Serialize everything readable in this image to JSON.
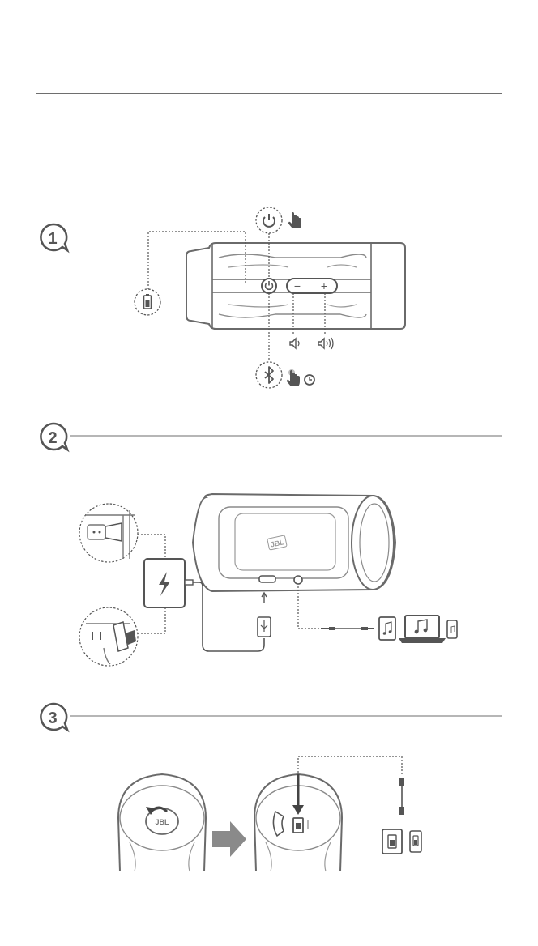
{
  "page": {
    "background": "#ffffff",
    "line_color": "#6e6e6e",
    "icon_color": "#555555"
  },
  "steps": [
    {
      "number": "1",
      "label": ""
    },
    {
      "number": "2",
      "label": ""
    },
    {
      "number": "3",
      "label": ""
    }
  ],
  "speaker": {
    "logo_text": "JBL",
    "buttons": [
      "power-button",
      "volume-down-button",
      "volume-up-button",
      "bluetooth-button"
    ],
    "volume_down_symbol": "−",
    "volume_up_symbol": "+"
  },
  "icons": {
    "battery": "battery-icon",
    "power": "power-icon",
    "bluetooth": "bluetooth-icon",
    "hand_press": "hand-press-icon",
    "hand_hold": "hand-hold-icon",
    "clock": "clock-icon",
    "speaker_low": "speaker-low-icon",
    "speaker_high": "speaker-high-icon",
    "charger": "power-adapter-icon",
    "usb": "usb-icon",
    "tablet_music": "tablet-music-icon",
    "laptop_music": "laptop-music-icon",
    "phone_music": "phone-music-icon",
    "arrow": "arrow-right-icon",
    "rotate": "rotate-arrow-icon"
  }
}
